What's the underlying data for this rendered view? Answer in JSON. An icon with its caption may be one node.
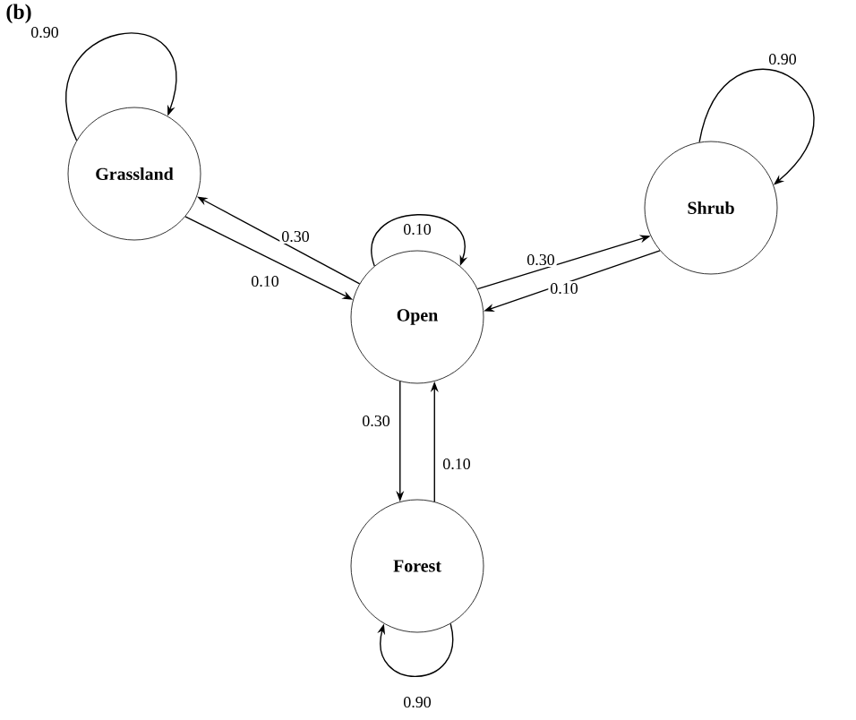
{
  "diagram": {
    "title": "(b)",
    "nodes": [
      {
        "text": [
          "Grassland"
        ]
      },
      {
        "text": [
          "Open"
        ]
      },
      {
        "text": [
          "Shrub"
        ]
      },
      {
        "text": [
          "Forest"
        ]
      }
    ],
    "edges": [
      {
        "from": 0,
        "to": 0,
        "arrow": "to",
        "label": "0.90"
      },
      {
        "from": 1,
        "to": 1,
        "arrow": "to",
        "label": "0.10"
      },
      {
        "from": 2,
        "to": 2,
        "arrow": "to",
        "label": "0.90"
      },
      {
        "from": 1,
        "to": 0,
        "arrow": "to",
        "label": "0.30"
      },
      {
        "from": 0,
        "to": 1,
        "arrow": "to",
        "label": "0.10"
      },
      {
        "from": 1,
        "to": 2,
        "arrow": "to",
        "label": "0.30"
      },
      {
        "from": 2,
        "to": 1,
        "arrow": "to",
        "label": "0.10"
      },
      {
        "from": 1,
        "to": 3,
        "arrow": "to",
        "label": "0.30"
      },
      {
        "from": 3,
        "to": 1,
        "arrow": "to",
        "label": "0.10"
      },
      {
        "from": 3,
        "to": 3,
        "arrow": "to",
        "label": "0.90"
      }
    ]
  }
}
